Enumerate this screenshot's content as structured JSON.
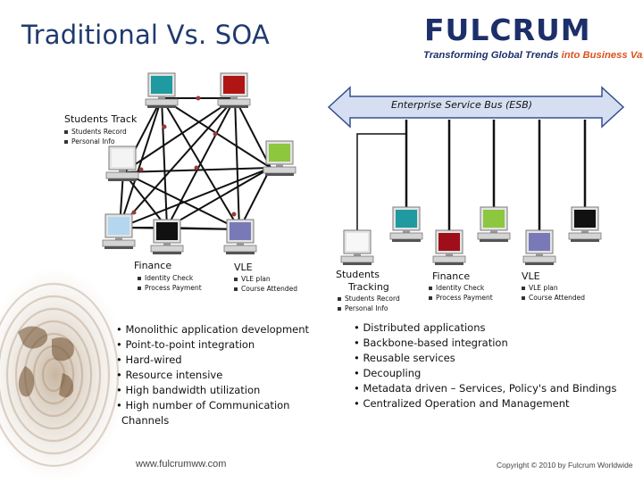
{
  "title": "Traditional Vs. SOA",
  "logo": {
    "word": "FULCRUM",
    "tagline_main": "Transforming Global Trends",
    "tagline_accent": "into Business Value"
  },
  "esb_label": "Enterprise Service Bus (ESB)",
  "traditional": {
    "students": {
      "title": "Students Track",
      "items": [
        "Students Record",
        "Personal Info"
      ]
    },
    "finance": {
      "title": "Finance",
      "items": [
        "Identity Check",
        "Process Payment"
      ]
    },
    "vle": {
      "title": "VLE",
      "items": [
        "VLE plan",
        "Course Attended"
      ]
    },
    "bullets": [
      "Monolithic application development",
      "Point-to-point integration",
      "Hard-wired",
      "Resource intensive",
      "High bandwidth utilization",
      "High number of Communication",
      "Channels"
    ]
  },
  "soa": {
    "students": {
      "title_line1": "Students",
      "title_line2": "Tracking",
      "items": [
        "Students Record",
        "Personal Info"
      ]
    },
    "finance": {
      "title": "Finance",
      "items": [
        "Identity Check",
        "Process Payment"
      ]
    },
    "vle": {
      "title": "VLE",
      "items": [
        "VLE plan",
        "Course Attended"
      ]
    },
    "bullets": [
      "Distributed applications",
      "Backbone-based integration",
      "Reusable services",
      "Decoupling",
      "Metadata driven – Services, Policy's and Bindings",
      "Centralized Operation and Management"
    ]
  },
  "footer": {
    "website": "www.fulcrumww.com",
    "copyright": "Copyright © 2010 by Fulcrum Worldwide"
  },
  "colors": {
    "title": "#1f3a6e",
    "esb_fill": "#d6dff2",
    "esb_stroke": "#35508f",
    "link_line": "#111111",
    "node_dot": "#9b3a3a"
  },
  "icons": [
    "computer-teal-icon",
    "computer-red-icon",
    "computer-green-icon",
    "computer-white-icon",
    "computer-darkred-icon",
    "computer-purple-icon",
    "computer-black-icon",
    "fingerprint-world-icon"
  ]
}
